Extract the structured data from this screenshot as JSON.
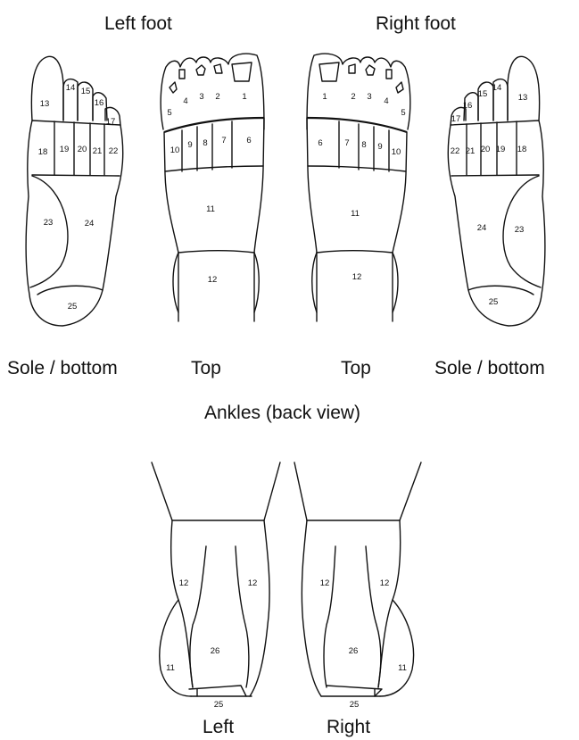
{
  "headers": {
    "left_foot": "Left foot",
    "right_foot": "Right foot",
    "ankles": "Ankles (back view)"
  },
  "captions": {
    "left_sole": "Sole / bottom",
    "left_top": "Top",
    "right_top": "Top",
    "right_sole": "Sole / bottom",
    "ankle_left": "Left",
    "ankle_right": "Right"
  },
  "zones": {
    "left_sole": [
      "13",
      "14",
      "15",
      "16",
      "17",
      "18",
      "19",
      "20",
      "21",
      "22",
      "23",
      "24",
      "25"
    ],
    "left_top": [
      "1",
      "2",
      "3",
      "4",
      "5",
      "6",
      "7",
      "8",
      "9",
      "10",
      "11",
      "12"
    ],
    "right_top": [
      "1",
      "2",
      "3",
      "4",
      "5",
      "6",
      "7",
      "8",
      "9",
      "10",
      "11",
      "12"
    ],
    "right_sole": [
      "13",
      "14",
      "15",
      "16",
      "17",
      "18",
      "19",
      "20",
      "21",
      "22",
      "23",
      "24",
      "25"
    ],
    "ankle_left": [
      "12",
      "12",
      "26",
      "11",
      "25"
    ],
    "ankle_right": [
      "12",
      "12",
      "26",
      "11",
      "25"
    ]
  }
}
